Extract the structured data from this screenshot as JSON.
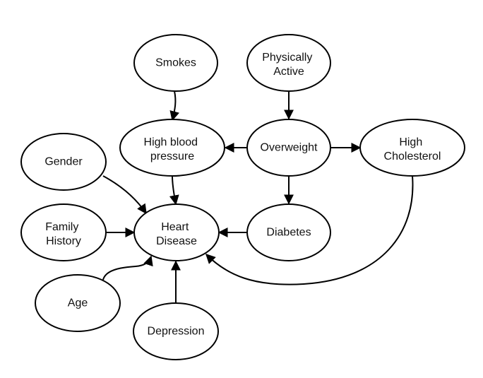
{
  "nodes": {
    "smokes": {
      "lines": [
        "Smokes"
      ]
    },
    "physically_active": {
      "lines": [
        "Physically",
        "Active"
      ]
    },
    "high_blood_pressure": {
      "lines": [
        "High blood",
        "pressure"
      ]
    },
    "overweight": {
      "lines": [
        "Overweight"
      ]
    },
    "high_cholesterol": {
      "lines": [
        "High",
        "Cholesterol"
      ]
    },
    "gender": {
      "lines": [
        "Gender"
      ]
    },
    "family_history": {
      "lines": [
        "Family",
        "History"
      ]
    },
    "heart_disease": {
      "lines": [
        "Heart",
        "Disease"
      ]
    },
    "diabetes": {
      "lines": [
        "Diabetes"
      ]
    },
    "age": {
      "lines": [
        "Age"
      ]
    },
    "depression": {
      "lines": [
        "Depression"
      ]
    }
  },
  "edges": [
    {
      "from": "smokes",
      "to": "high_blood_pressure"
    },
    {
      "from": "physically_active",
      "to": "overweight"
    },
    {
      "from": "overweight",
      "to": "high_blood_pressure"
    },
    {
      "from": "overweight",
      "to": "high_cholesterol"
    },
    {
      "from": "overweight",
      "to": "diabetes"
    },
    {
      "from": "high_blood_pressure",
      "to": "heart_disease"
    },
    {
      "from": "gender",
      "to": "heart_disease"
    },
    {
      "from": "family_history",
      "to": "heart_disease"
    },
    {
      "from": "diabetes",
      "to": "heart_disease"
    },
    {
      "from": "age",
      "to": "heart_disease"
    },
    {
      "from": "depression",
      "to": "heart_disease"
    },
    {
      "from": "high_cholesterol",
      "to": "heart_disease"
    }
  ],
  "colors": {
    "stroke": "#000000",
    "fill": "#ffffff",
    "text": "#111111"
  }
}
